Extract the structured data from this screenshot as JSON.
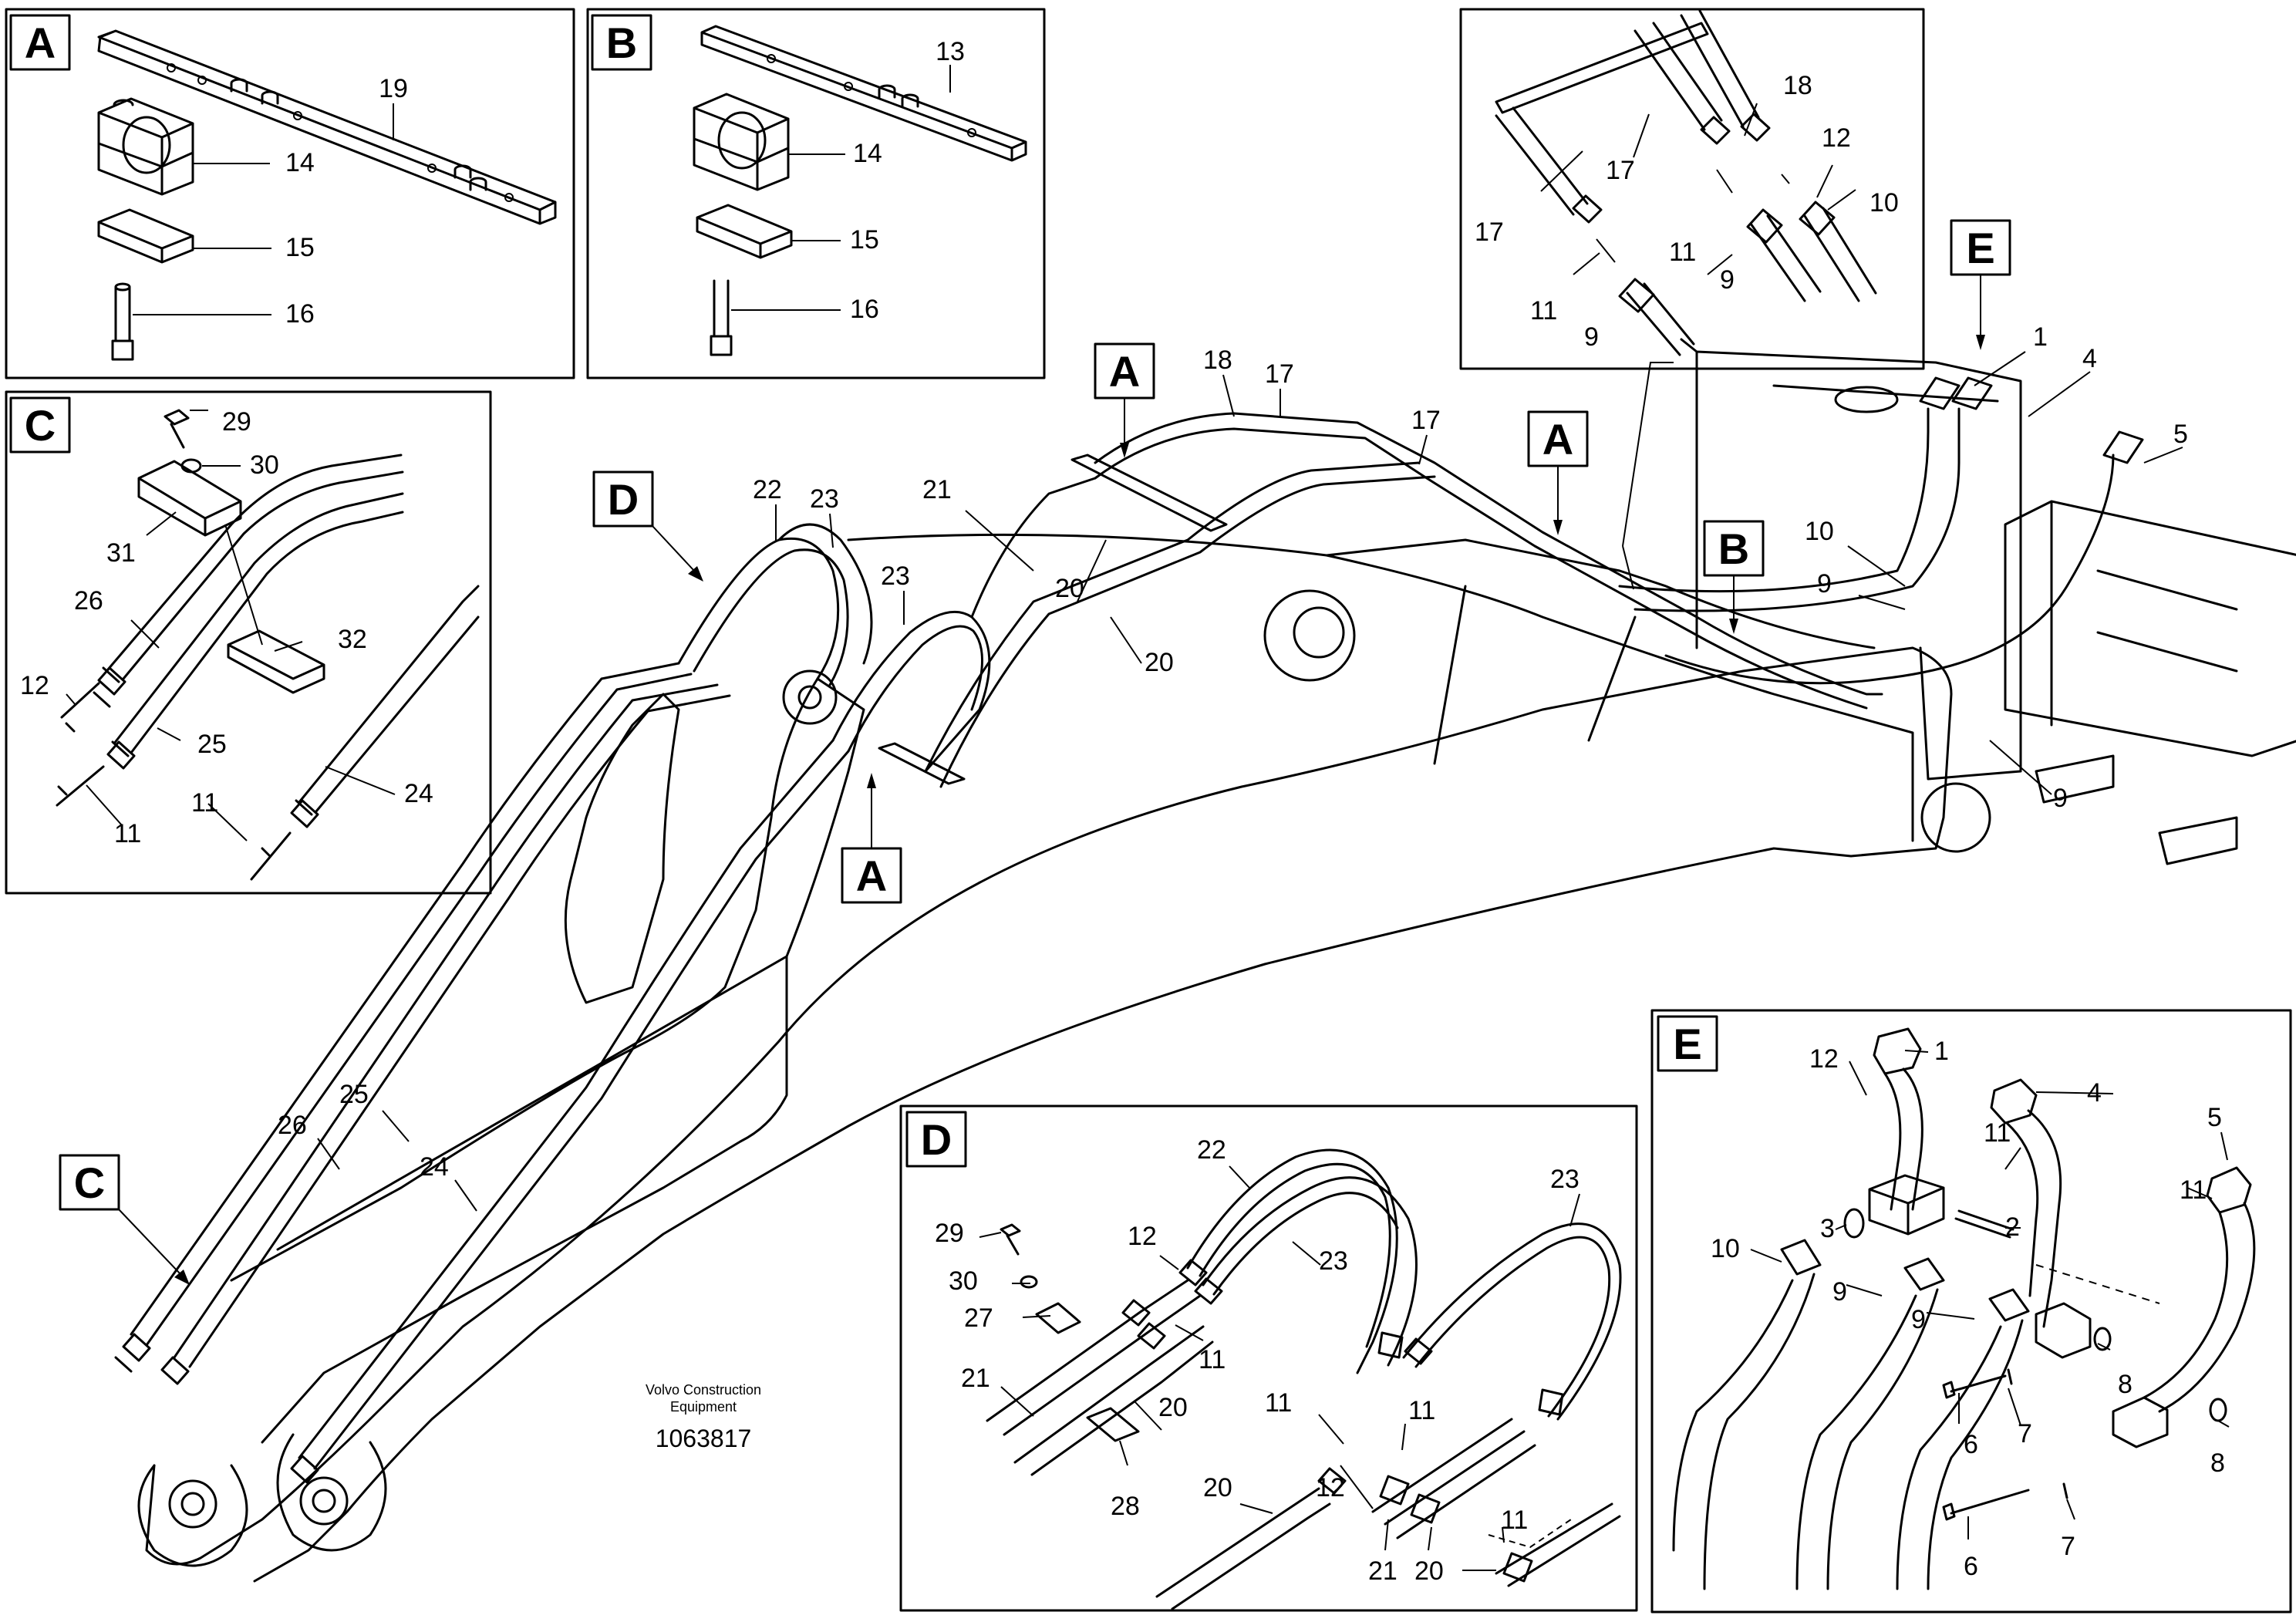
{
  "caption": {
    "maker_line1": "Volvo Construction",
    "maker_line2": "Equipment",
    "doc_number": "1063817"
  },
  "detail_labels": {
    "A": "A",
    "B": "B",
    "C": "C",
    "D": "D",
    "E": "E"
  },
  "main_callouts": [
    "A",
    "A",
    "A",
    "B",
    "C",
    "D",
    "E"
  ],
  "part_numbers": {
    "panelA": [
      "19",
      "14",
      "15",
      "16"
    ],
    "panelB": [
      "13",
      "14",
      "15",
      "16"
    ],
    "panelC": [
      "29",
      "30",
      "31",
      "32",
      "26",
      "12",
      "25",
      "11",
      "11",
      "24"
    ],
    "inset": [
      "18",
      "17",
      "12",
      "17",
      "11",
      "10",
      "9",
      "11",
      "9"
    ],
    "main": [
      "18",
      "17",
      "17",
      "22",
      "23",
      "21",
      "23",
      "20",
      "20",
      "1",
      "4",
      "5",
      "10",
      "9",
      "9",
      "26",
      "25",
      "24"
    ],
    "panelD": [
      "22",
      "23",
      "23",
      "29",
      "12",
      "30",
      "27",
      "11",
      "21",
      "20",
      "11",
      "11",
      "20",
      "12",
      "21",
      "20",
      "11",
      "20",
      "28"
    ],
    "panelE": [
      "12",
      "1",
      "4",
      "11",
      "5",
      "3",
      "2",
      "11",
      "10",
      "9",
      "9",
      "8",
      "6",
      "7",
      "8",
      "6",
      "7"
    ]
  }
}
